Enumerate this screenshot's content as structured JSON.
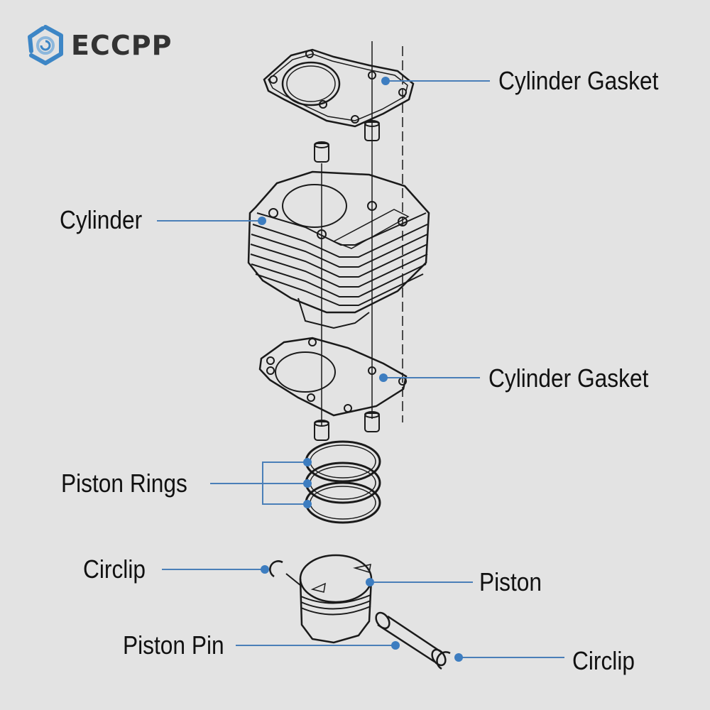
{
  "brand": {
    "name": "ECCPP",
    "logo_icon": "hex-nut-icon",
    "accent": "#3d86c6"
  },
  "diagram": {
    "title": "Cylinder Kit Exploded View",
    "line_color": "#4a7fb8",
    "labels": {
      "top_gasket": "Cylinder Gasket",
      "cylinder": "Cylinder",
      "bottom_gasket": "Cylinder Gasket",
      "piston_rings": "Piston Rings",
      "circlip_left": "Circlip",
      "piston": "Piston",
      "piston_pin": "Piston Pin",
      "circlip_right": "Circlip"
    }
  }
}
